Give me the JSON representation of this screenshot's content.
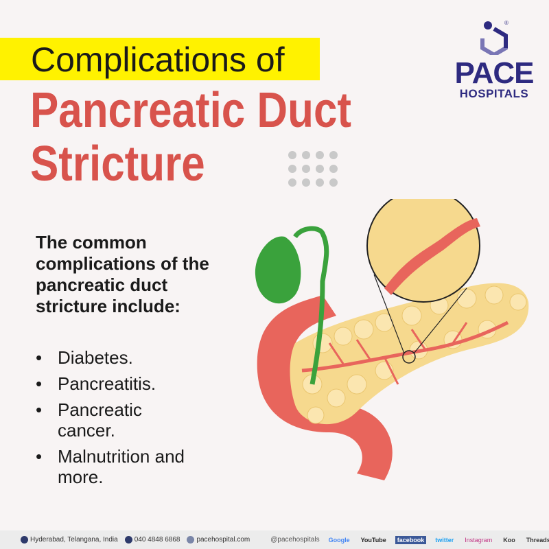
{
  "title": {
    "line1": "Complications of",
    "line2": "Pancreatic Duct",
    "line3": "Stricture"
  },
  "logo": {
    "brand": "PACE",
    "sub": "HOSPITALS"
  },
  "intro": "The common complications of the pancreatic duct stricture include:",
  "complications": [
    "Diabetes.",
    "Pancreatitis.",
    "Pancreatic cancer.",
    "Malnutrition and more."
  ],
  "footer": {
    "location": "Hyderabad, Telangana, India",
    "phone": "040 4848 6868",
    "website": "pacehospital.com",
    "handle": "@pacehospitals",
    "social": [
      "Google",
      "YouTube",
      "facebook",
      "twitter",
      "Instagram",
      "Koo",
      "Threads"
    ]
  },
  "colors": {
    "highlight": "#fff200",
    "title_red": "#d8534c",
    "brand": "#2e2a80",
    "gallbladder": "#3aa23c",
    "pancreas": "#f6d98e",
    "duct": "#e8655c"
  }
}
